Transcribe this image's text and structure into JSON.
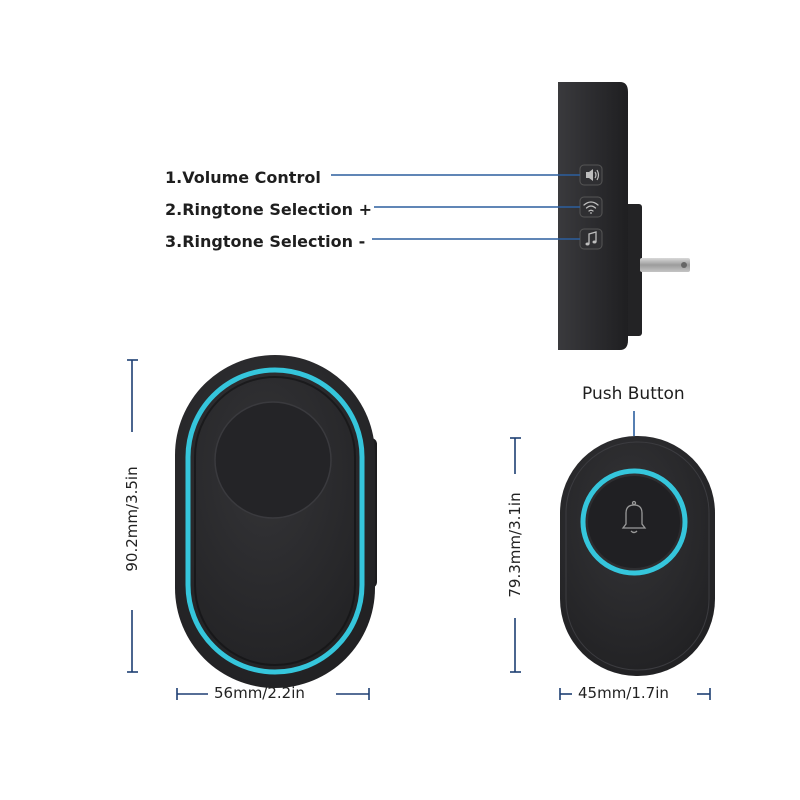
{
  "callouts": {
    "volume": "1.Volume Control",
    "ringtone_plus": "2.Ringtone Selection +",
    "ringtone_minus": "3.Ringtone Selection -"
  },
  "push_button_label": "Push Button",
  "dimensions": {
    "receiver_height": "90.2mm/3.5in",
    "receiver_width": "56mm/2.2in",
    "button_height": "79.3mm/3.1in",
    "button_width": "45mm/1.7in"
  },
  "colors": {
    "device_body": "#2a2a2c",
    "accent_ring": "#35c6dc",
    "leader_line": "#2c5f9e",
    "dimension_line": "#1e3f73"
  },
  "icons": [
    "volume-icon",
    "wifi-icon",
    "music-note-icon",
    "bell-icon"
  ]
}
